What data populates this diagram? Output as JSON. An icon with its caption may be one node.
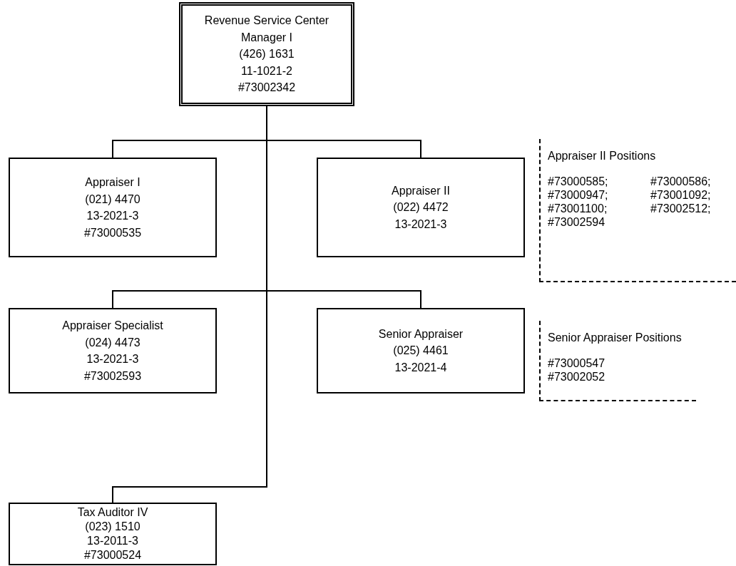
{
  "diagram": {
    "nodes": [
      {
        "text": [
          "Revenue Service Center Manager I",
          "(426) 1631",
          "11-1021-2",
          "#73002342"
        ]
      },
      {
        "text": [
          "Appraiser I",
          "(021) 4470",
          "13-2021-3",
          "#73000535"
        ]
      },
      {
        "text": [
          "Appraiser II",
          "(022) 4472",
          "13-2021-3"
        ]
      },
      {
        "text": [
          "Appraiser Specialist",
          "(024) 4473",
          "13-2021-3",
          "#73002593"
        ]
      },
      {
        "text": [
          "Senior Appraiser",
          "(025) 4461",
          "13-2021-4"
        ]
      },
      {
        "text": [
          "Tax Auditor IV",
          "(023) 1510",
          "13-2011-3",
          "#73000524"
        ]
      },
      {
        "text": [
          "Appraiser II Positions",
          "#73000585;",
          "#73000586;",
          "#73000947;",
          "#73001092;",
          "#73001100;",
          "#73002512;",
          "#73002594"
        ]
      },
      {
        "text": [
          "Senior Appraiser Positions",
          "#73000547",
          "#73002052"
        ]
      }
    ],
    "edges": [
      {
        "from": 0,
        "to": 1,
        "arrow": "none"
      },
      {
        "from": 0,
        "to": 2,
        "arrow": "none"
      },
      {
        "from": 0,
        "to": 3,
        "arrow": "none"
      },
      {
        "from": 0,
        "to": 4,
        "arrow": "none"
      },
      {
        "from": 0,
        "to": 5,
        "arrow": "none"
      }
    ]
  }
}
